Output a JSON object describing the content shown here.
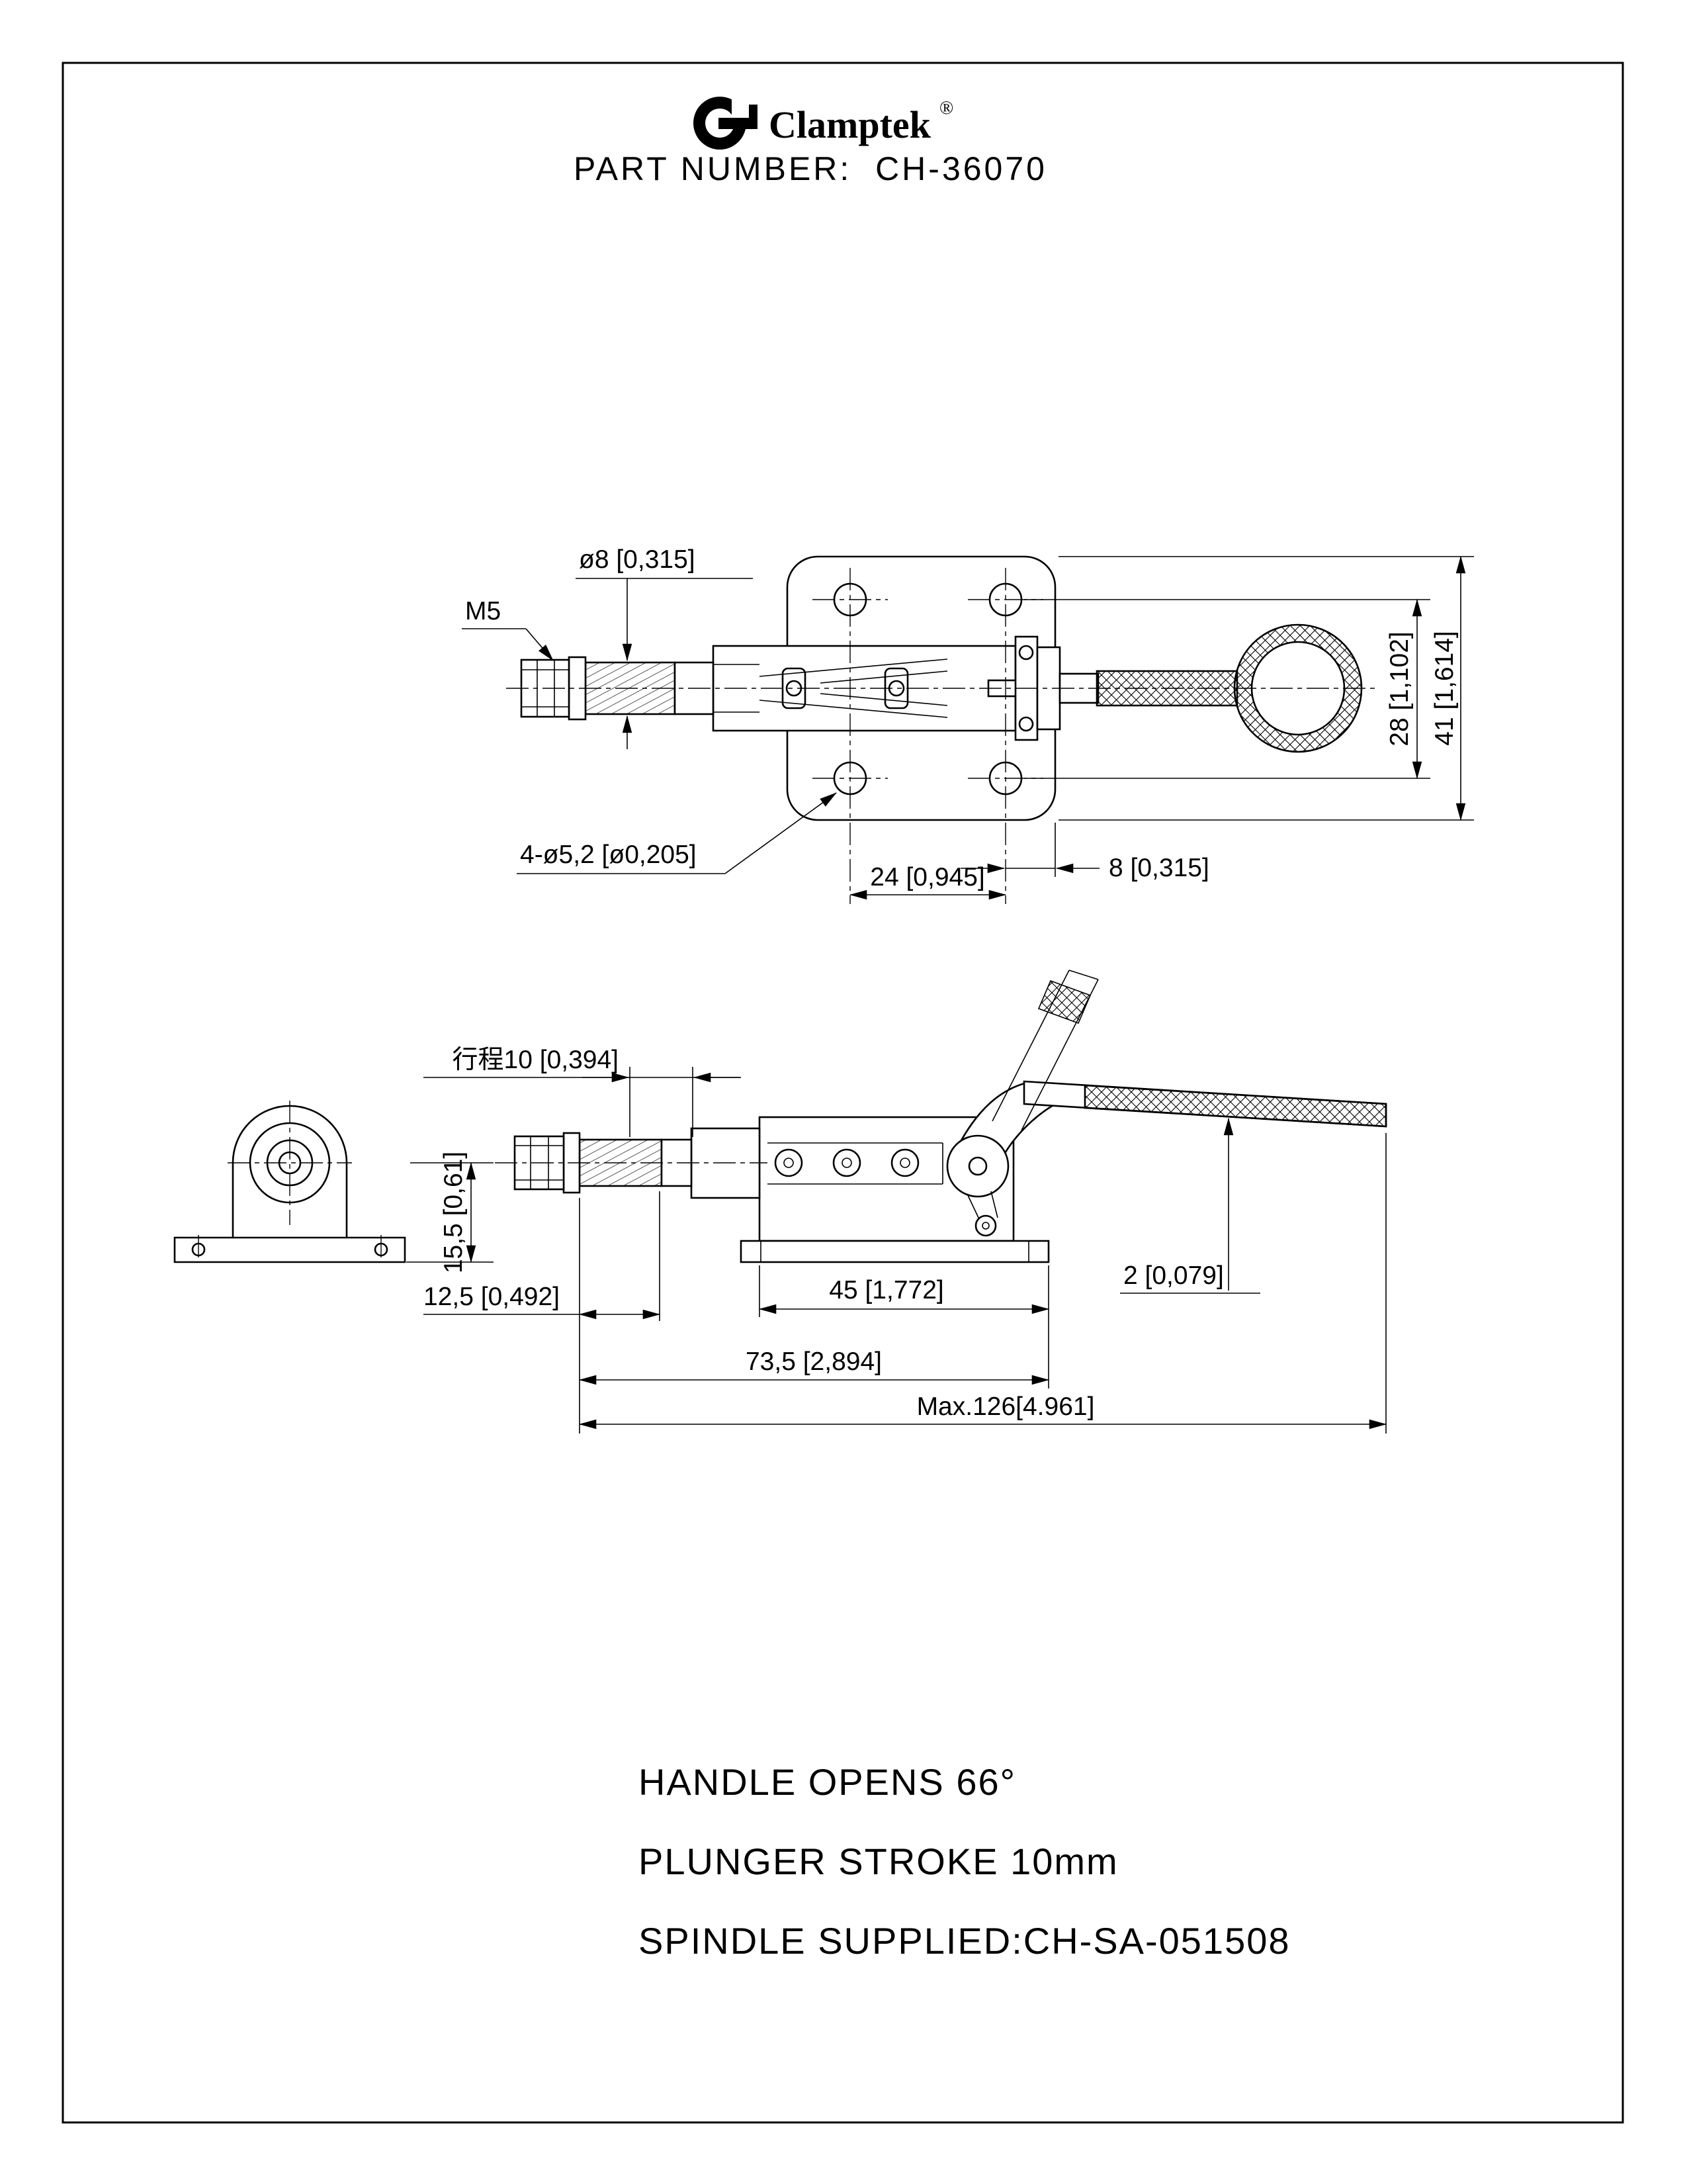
{
  "header": {
    "brand": "Clamptek",
    "registered_mark": "®",
    "part_number": "PART NUMBER:  CH-36070"
  },
  "top_view": {
    "dim_rod_diameter": "ø8 [0,315]",
    "dim_thread": "M5",
    "dim_mounting_holes": "4-ø5,2 [ø0,205]",
    "dim_hole_spacing_horizontal": "24 [0,945]",
    "dim_hole_edge_offset": "8 [0,315]",
    "dim_hole_spacing_vertical": "28 [1,102]",
    "dim_flange_width": "41 [1,614]"
  },
  "side_view": {
    "dim_plunger_stroke": "行程10 [0,394]",
    "dim_base_height": "15,5 [0,61]",
    "dim_front_offset": "12,5 [0,492]",
    "dim_body_length": "45 [1,772]",
    "dim_handle_clearance": "2 [0,079]",
    "dim_overall_body": "73,5 [2,894]",
    "dim_max_length": "Max.126[4.961]"
  },
  "notes": {
    "handle_opens": "HANDLE OPENS 66°",
    "plunger_stroke": "PLUNGER STROKE 10mm",
    "spindle_supplied": "SPINDLE SUPPLIED:CH-SA-051508"
  }
}
